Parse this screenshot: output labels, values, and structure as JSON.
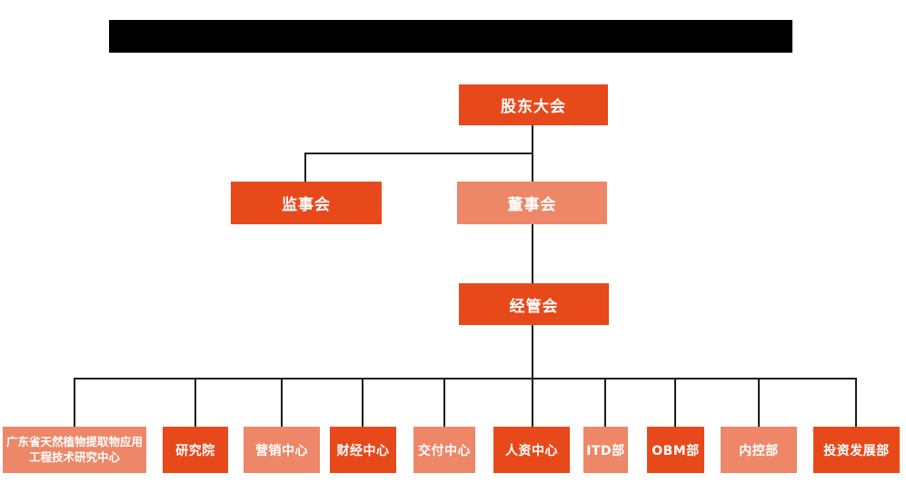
{
  "colors": {
    "primary": "#E8491B",
    "secondary": "#ED8768",
    "connector": "#1B1B1B",
    "redacted_bar": "#000000",
    "node_text": "#FFFFFF"
  },
  "org_chart": {
    "type": "diagram",
    "title_redacted": true,
    "nodes": [
      {
        "id": "shareholders-meeting",
        "label": "股东大会",
        "level": 1,
        "variant": "primary",
        "parent": null
      },
      {
        "id": "supervisory-board",
        "label": "监事会",
        "level": 2,
        "variant": "primary",
        "parent": "shareholders-meeting"
      },
      {
        "id": "board-of-directors",
        "label": "董事会",
        "level": 2,
        "variant": "secondary",
        "parent": "shareholders-meeting"
      },
      {
        "id": "management-committee",
        "label": "经管会",
        "level": 3,
        "variant": "primary",
        "parent": "board-of-directors"
      },
      {
        "id": "gd-research-center",
        "label": "广东省天然植物提取物应用工程技术研究中心",
        "level": 4,
        "variant": "secondary",
        "parent": "management-committee"
      },
      {
        "id": "research-institute",
        "label": "研究院",
        "level": 4,
        "variant": "primary",
        "parent": "management-committee"
      },
      {
        "id": "marketing-center",
        "label": "营销中心",
        "level": 4,
        "variant": "secondary",
        "parent": "management-committee"
      },
      {
        "id": "finance-center",
        "label": "财经中心",
        "level": 4,
        "variant": "primary",
        "parent": "management-committee"
      },
      {
        "id": "delivery-center",
        "label": "交付中心",
        "level": 4,
        "variant": "secondary",
        "parent": "management-committee"
      },
      {
        "id": "hr-center",
        "label": "人资中心",
        "level": 4,
        "variant": "primary",
        "parent": "management-committee"
      },
      {
        "id": "itd-dept",
        "label": "ITD部",
        "level": 4,
        "variant": "secondary",
        "parent": "management-committee"
      },
      {
        "id": "obm-dept",
        "label": "OBM部",
        "level": 4,
        "variant": "primary",
        "parent": "management-committee"
      },
      {
        "id": "internal-control-dept",
        "label": "内控部",
        "level": 4,
        "variant": "secondary",
        "parent": "management-committee"
      },
      {
        "id": "investment-dev-dept",
        "label": "投资发展部",
        "level": 4,
        "variant": "primary",
        "parent": "management-committee"
      }
    ]
  }
}
